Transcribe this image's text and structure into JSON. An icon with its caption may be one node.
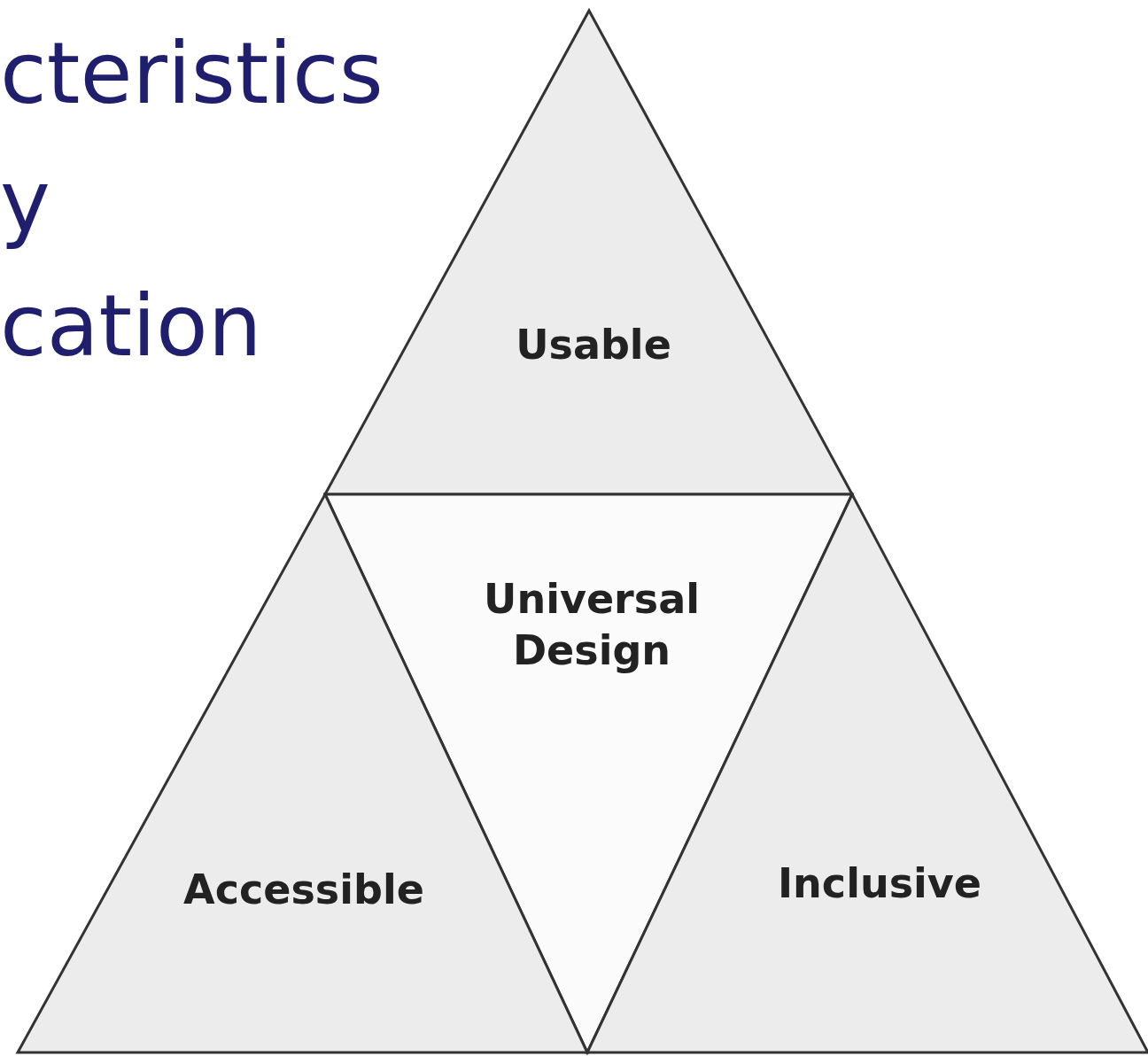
{
  "diagram": {
    "nodes": [
      {
        "text": [
          "Usable"
        ]
      },
      {
        "text": [
          "Universal Design"
        ]
      },
      {
        "text": [
          "Accessible"
        ]
      },
      {
        "text": [
          "Inclusive"
        ]
      }
    ],
    "labels": [
      "cteristics",
      "y",
      "cation"
    ]
  }
}
